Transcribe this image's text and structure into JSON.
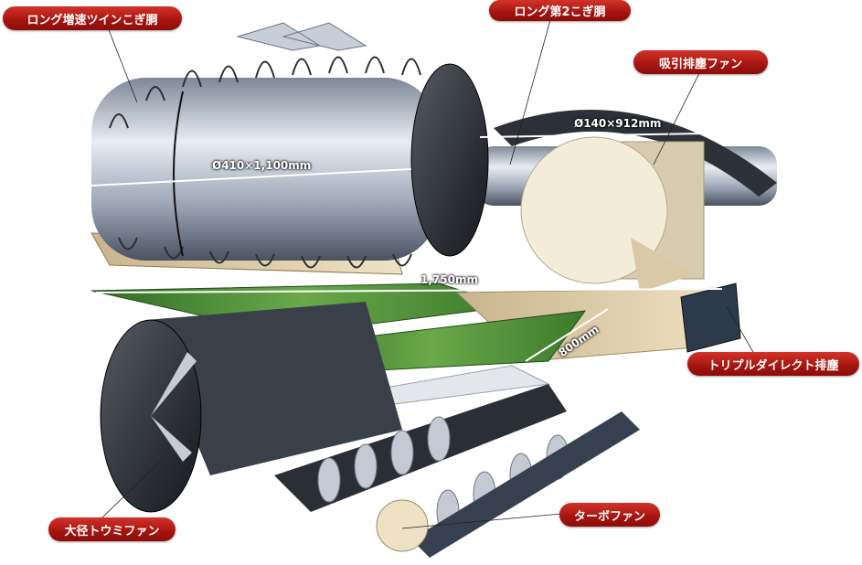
{
  "callouts": {
    "long_twin_drum": "ロング増速ツインこぎ胴",
    "long_second_drum": "ロング第2こぎ胴",
    "suction_fan": "吸引排塵ファン",
    "triple_direct": "トリプルダイレクト排塵",
    "large_winnower_fan": "大径トウミファン",
    "turbo_fan": "ターボファン"
  },
  "dimensions": {
    "main_drum": "Ø410×1,100mm",
    "second_drum": "Ø140×912mm",
    "length": "1,750mm",
    "width": "800mm"
  },
  "colors": {
    "callout": "#b01a14",
    "sieve": "#4f8a34",
    "drum": "#b8c2d0"
  }
}
